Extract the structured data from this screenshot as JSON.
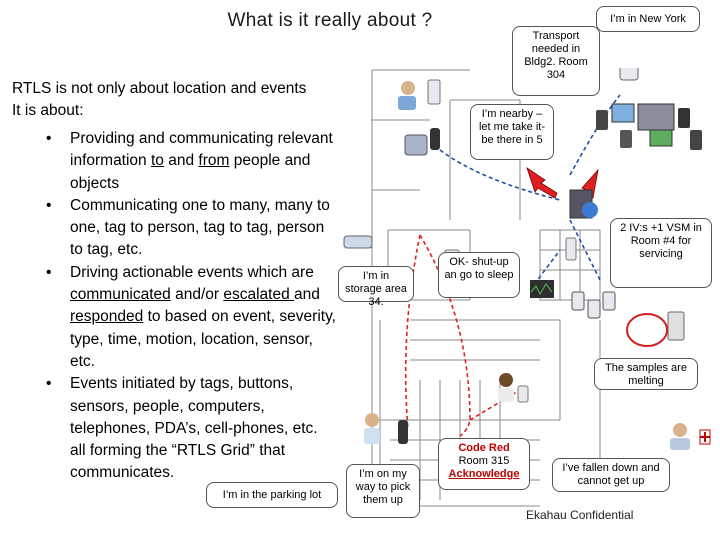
{
  "slide": {
    "title": "What is it really about ?",
    "intro_line1": "RTLS is  not only about location and events",
    "intro_line2": "It is about:",
    "bullets": [
      {
        "parts": [
          {
            "t": "Providing and communicating relevant information "
          },
          {
            "t": "to",
            "u": true
          },
          {
            "t": " and "
          },
          {
            "t": "from",
            "u": true
          },
          {
            "t": " people and objects"
          }
        ]
      },
      {
        "parts": [
          {
            "t": "Communicating one to many, many to one, tag to person, tag to tag, person to tag, etc."
          }
        ]
      },
      {
        "parts": [
          {
            "t": "Driving actionable events which are "
          },
          {
            "t": "communicated",
            "u": true
          },
          {
            "t": " and/or "
          },
          {
            "t": "escalated ",
            "u": true
          },
          {
            "t": "and "
          },
          {
            "t": "responded",
            "u": true
          },
          {
            "t": " to based on event, severity, type, time, motion, location, sensor, etc."
          }
        ]
      },
      {
        "parts": [
          {
            "t": "Events initiated by tags, buttons, sensors, people, computers, telephones, PDA’s, cell-phones, etc. all forming the “RTLS Grid” that communicates."
          }
        ]
      }
    ],
    "confidential": "Ekahau Confidential"
  },
  "bubbles": {
    "parking": "I’m in the parking lot",
    "storage": "I’m in storage area 34.",
    "transport": "Transport needed in Bldg2. Room 304",
    "new_york": "I’m in New York",
    "nearby": "I’m nearby – let me take it- be there in 5",
    "shutup": "OK- shut-up an go to sleep",
    "ivs": "2 IV:s +1 VSM in Room #4 for servicing",
    "samples": "The samples are melting",
    "code_red_1": "Code Red",
    "code_red_2": "Room 315",
    "code_red_3": "Acknowledge",
    "fallen": "I’ve fallen down and cannot get up",
    "on_my_way": "I’m on my way to pick them up"
  },
  "colors": {
    "alert_red": "#c00000",
    "arrow_blue": "#1f4ea8",
    "arrow_red": "#e02020",
    "floorplan": "#8a8a8a"
  }
}
